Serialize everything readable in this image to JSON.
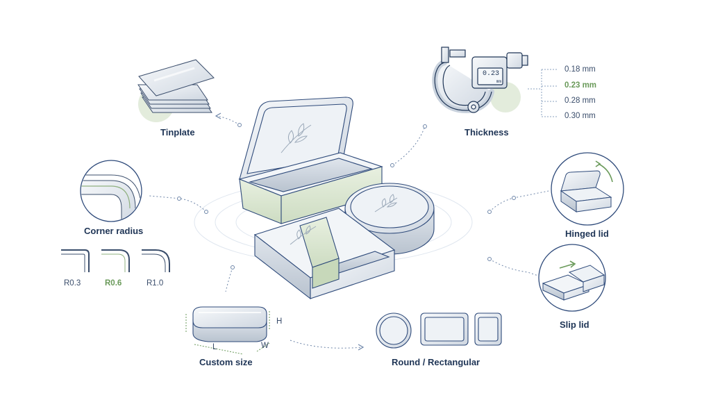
{
  "labels": {
    "tinplate": "Tinplate",
    "thickness": "Thickness",
    "corner_radius": "Corner radius",
    "hinged_lid": "Hinged lid",
    "slip_lid": "Slip lid",
    "custom_size": "Custom size",
    "round_rect": "Round / Rectangular"
  },
  "thickness": {
    "readout": "0.23",
    "readout_unit": "mm",
    "options": [
      "0.18 mm",
      "0.23 mm",
      "0.28 mm",
      "0.30 mm"
    ],
    "selected_index": 1
  },
  "radius": {
    "options": [
      "R0.3",
      "R0.6",
      "R1.0"
    ],
    "selected_index": 1
  },
  "dimensions": {
    "h": "H",
    "l": "L",
    "w": "W"
  },
  "colors": {
    "ink": "#1f3556",
    "accent_green": "#6a9a5a",
    "sage": "#dfe9d6",
    "metal": "#e6ebf1"
  }
}
